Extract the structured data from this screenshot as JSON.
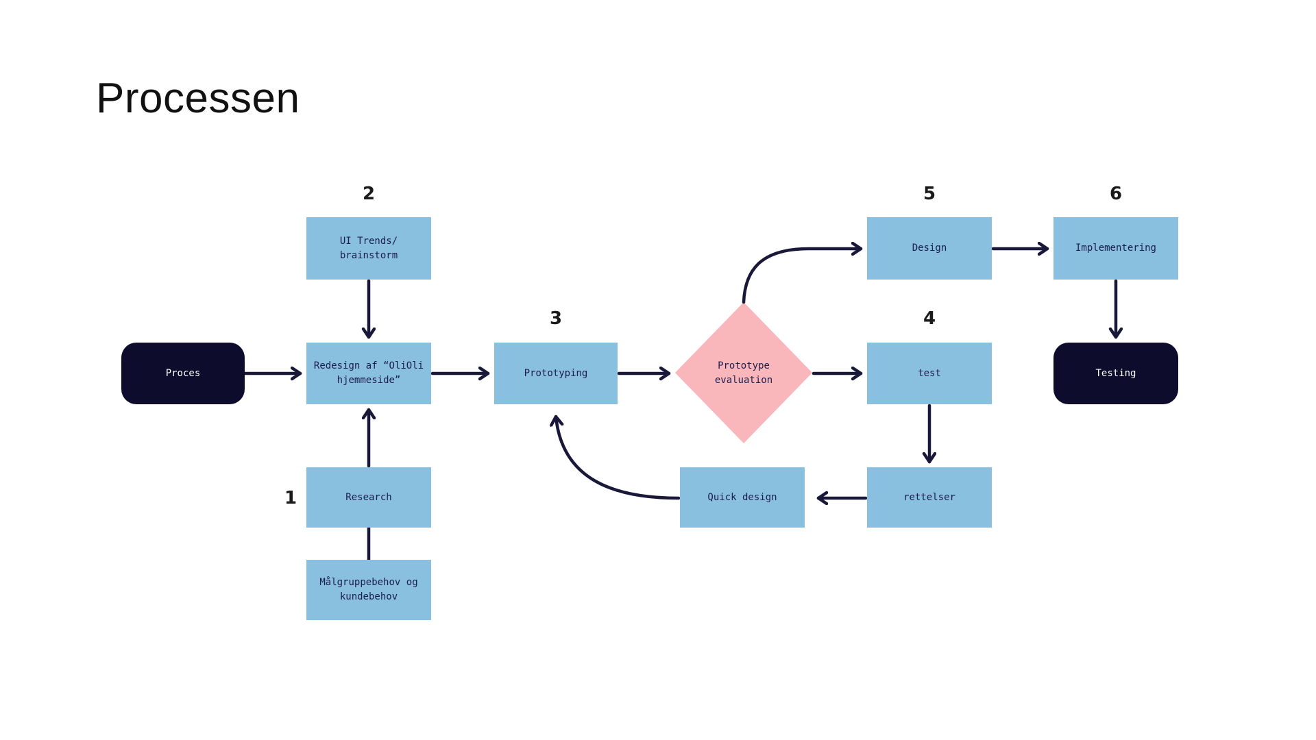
{
  "title": "Processen",
  "colors": {
    "title_color": "#111111",
    "number_color": "#1a1a1a",
    "box_blue": "#89bfdf",
    "box_dark": "#0e0c2d",
    "diamond_pink": "#f9b7bb",
    "arrow": "#191838",
    "box_text_dark": "#1b1d4d",
    "box_text_light": "#ffffff"
  },
  "steps": {
    "proces": {
      "label": "Proces"
    },
    "ui_trends": {
      "label": "UI Trends/ brainstorm",
      "number": "2"
    },
    "redesign": {
      "label": "Redesign af “OliOli hjemmeside”"
    },
    "research": {
      "label": "Research",
      "number": "1"
    },
    "malgruppebehov": {
      "label": "Målgruppebehov og kundebehov"
    },
    "prototyping": {
      "label": "Prototyping",
      "number": "3"
    },
    "prototype_evaluation": {
      "label": "Prototype evaluation"
    },
    "design": {
      "label": "Design",
      "number": "5"
    },
    "test": {
      "label": "test",
      "number": "4"
    },
    "implementering": {
      "label": "Implementering",
      "number": "6"
    },
    "testing": {
      "label": "Testing"
    },
    "quick_design": {
      "label": "Quick design"
    },
    "rettelser": {
      "label": "rettelser"
    }
  }
}
